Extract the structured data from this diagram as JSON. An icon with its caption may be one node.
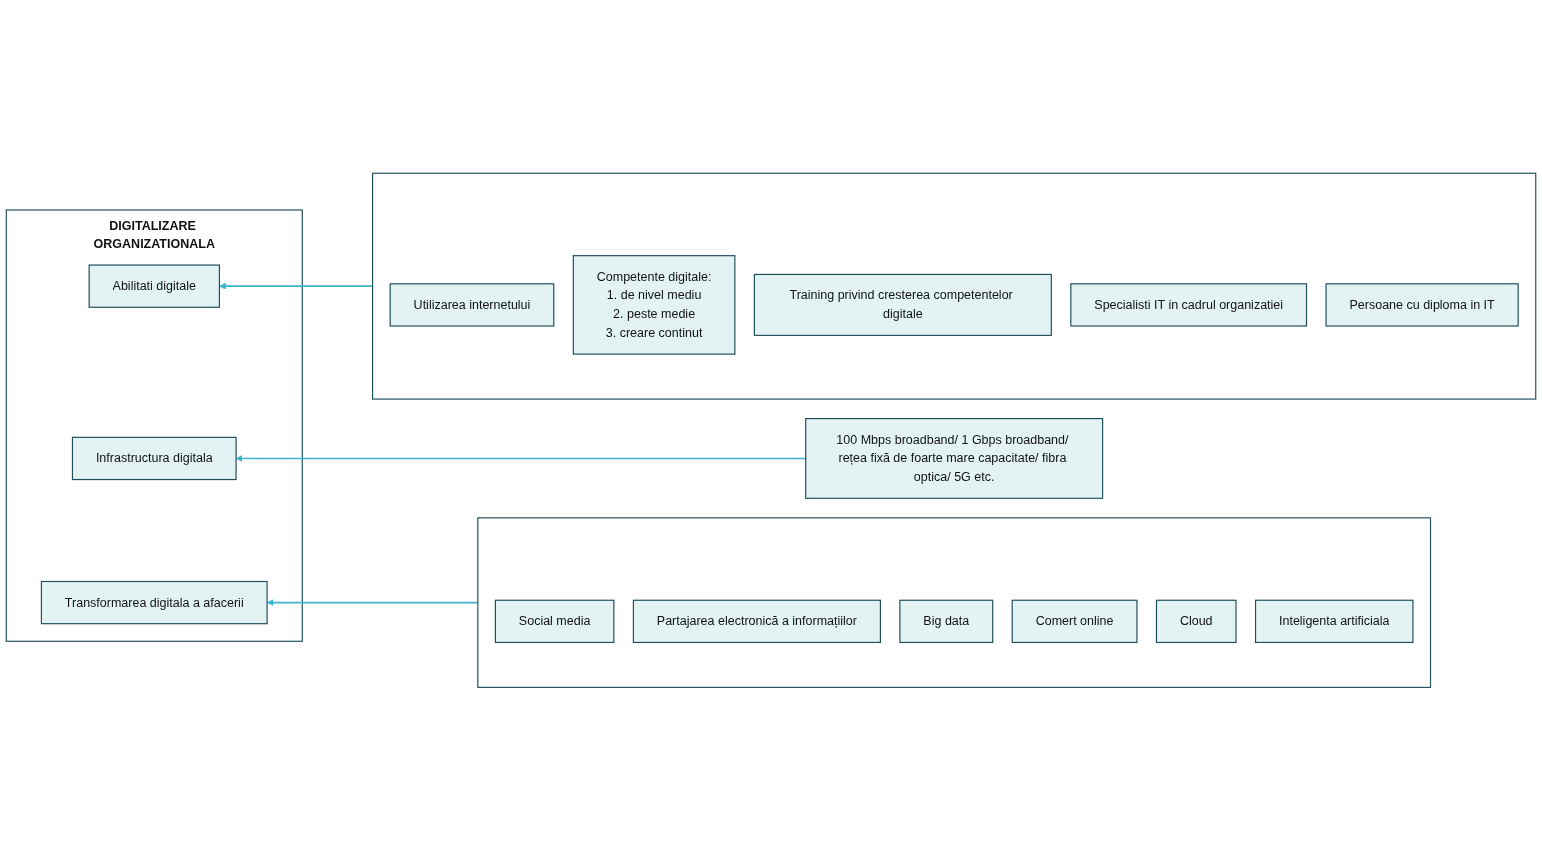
{
  "diagram": {
    "nodes": [
      {
        "text": [
          "DIGITALIZARE ORGANIZATIONALA"
        ]
      },
      {
        "text": [
          "Abilitati digitale"
        ],
        "in": 0
      },
      {
        "text": [
          "Infrastructura digitala"
        ],
        "in": 0
      },
      {
        "text": [
          "Transformarea digitala a afacerii"
        ],
        "in": 0
      },
      {
        "text": [],
        "shape": "box"
      },
      {
        "text": [
          "Utilizarea internetului"
        ],
        "in": 4
      },
      {
        "text": [
          "Competente digitale:",
          "1. de nivel mediu",
          "2. peste medie",
          "3. creare continut"
        ],
        "in": 4
      },
      {
        "text": [
          "Training privind cresterea competentelor digitale"
        ],
        "in": 4
      },
      {
        "text": [
          "Specialisti IT in cadrul organizatiei"
        ],
        "in": 4
      },
      {
        "text": [
          "Persoane cu diploma in IT"
        ],
        "in": 4
      },
      {
        "text": [
          "100 Mbps broadband/ 1 Gbps broadband/ rețea fixă de foarte mare capacitate/ fibra optica/ 5G etc."
        ]
      },
      {
        "text": [],
        "shape": "box"
      },
      {
        "text": [
          "Social media"
        ],
        "in": 11
      },
      {
        "text": [
          "Partajarea electronică a informațiilor"
        ],
        "in": 11
      },
      {
        "text": [
          "Big data"
        ],
        "in": 11
      },
      {
        "text": [
          "Comert online"
        ],
        "in": 11
      },
      {
        "text": [
          "Cloud"
        ],
        "in": 11
      },
      {
        "text": [
          "Inteligenta artificiala"
        ],
        "in": 11
      }
    ],
    "edges": [
      {
        "from": 4,
        "to": 1,
        "arrow": "to"
      },
      {
        "from": 10,
        "to": 2,
        "arrow": "to"
      },
      {
        "from": 11,
        "to": 3,
        "arrow": "to"
      }
    ]
  }
}
